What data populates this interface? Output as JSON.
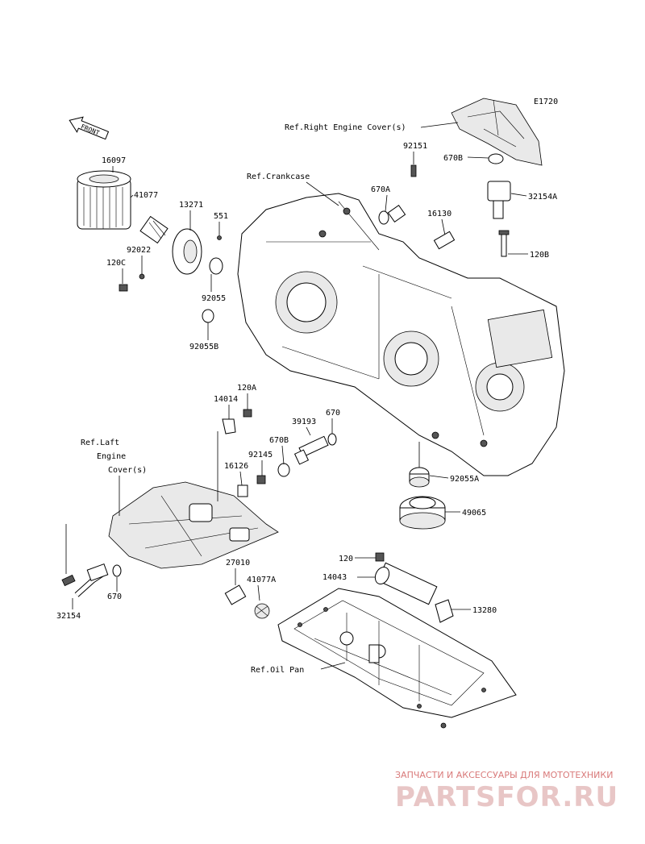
{
  "diagram_code": "E1720",
  "front_label": "FRONT",
  "refs": {
    "right_engine_cover": "Ref.Right Engine Cover(s)",
    "crankcase": "Ref.Crankcase",
    "left_engine_cover": [
      "Ref.Laft",
      "Engine",
      "Cover(s)"
    ],
    "oil_pan": "Ref.Oil Pan"
  },
  "parts": {
    "p16097": "16097",
    "p41077": "41077",
    "p13271": "13271",
    "p551": "551",
    "p92022": "92022",
    "p120C": "120C",
    "p92055": "92055",
    "p92055B": "92055B",
    "p92151": "92151",
    "p670A": "670A",
    "p670B_top": "670B",
    "p32154A": "32154A",
    "p16130": "16130",
    "p120B": "120B",
    "p120A": "120A",
    "p14014": "14014",
    "p39193": "39193",
    "p670_mid": "670",
    "p92145": "92145",
    "p670B_mid": "670B",
    "p16126": "16126",
    "p92055A": "92055A",
    "p49065": "49065",
    "p670_low": "670",
    "p32154": "32154",
    "p120": "120",
    "p14043": "14043",
    "p13280": "13280",
    "p27010": "27010",
    "p41077A": "41077A"
  },
  "watermark": {
    "tagline": "ЗАПЧАСТИ И АКСЕССУАРЫ ДЛЯ МОТОТЕХНИКИ",
    "brand": "PARTSFOR.RU"
  }
}
